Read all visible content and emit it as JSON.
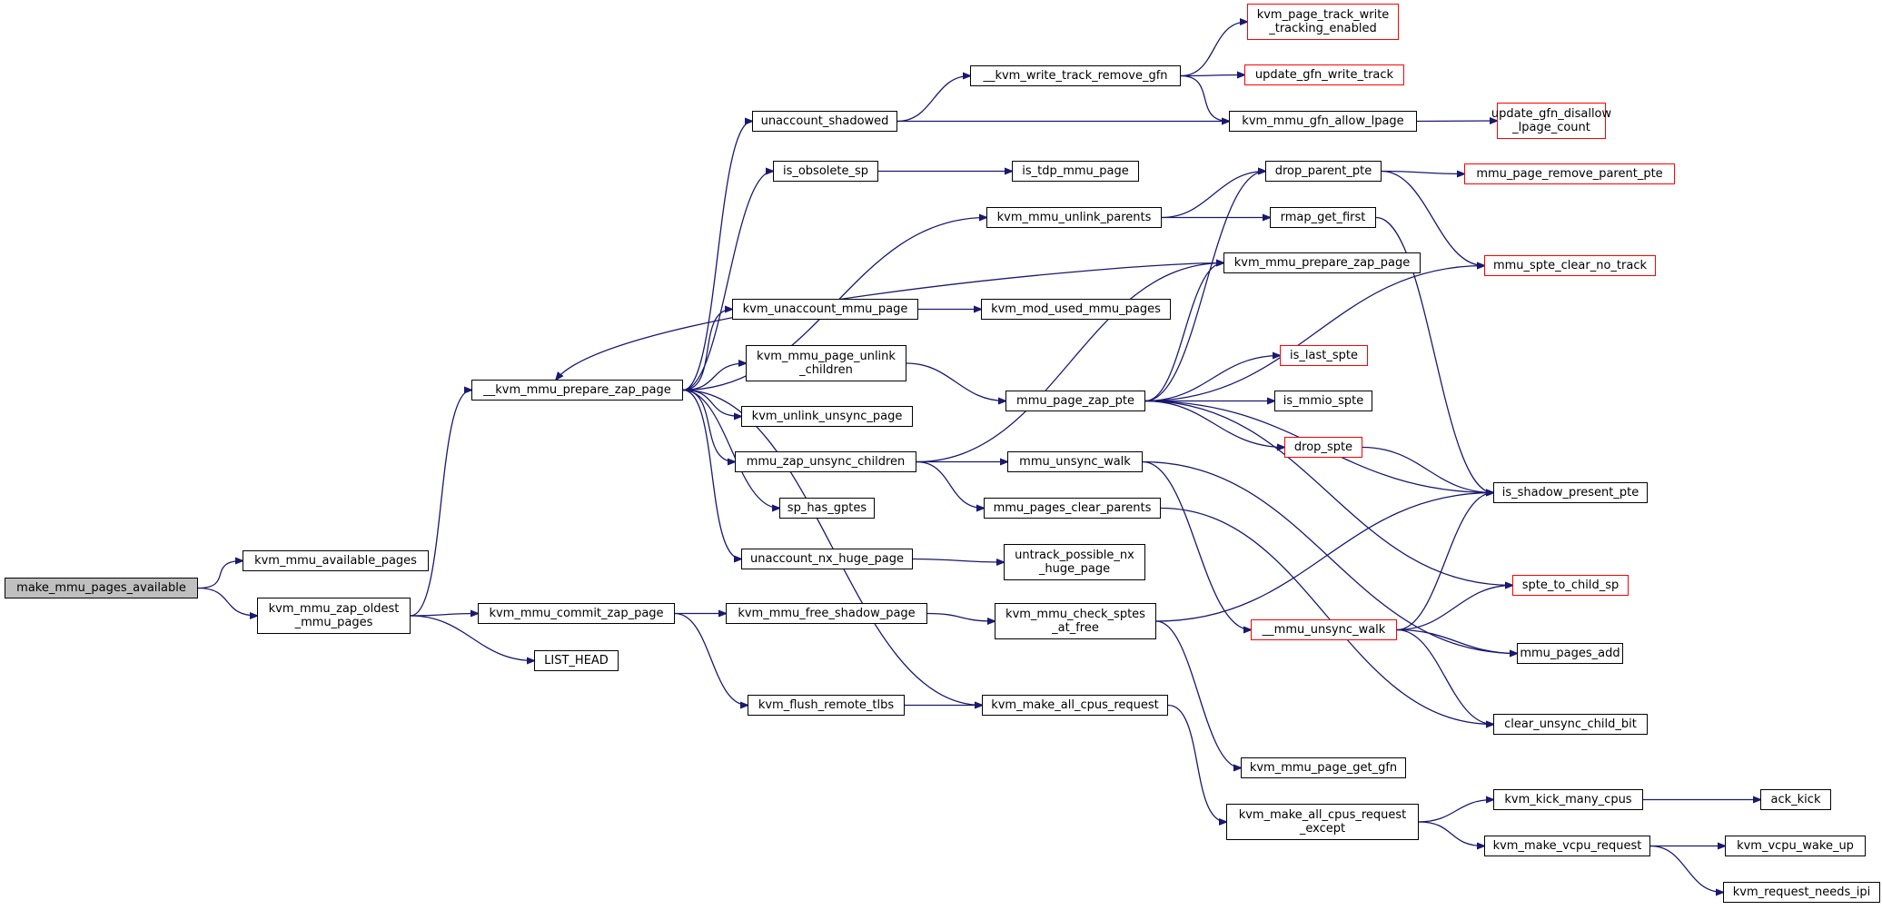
{
  "colors": {
    "edge": "#191970",
    "border": "#000000",
    "incomplete_border": "#ff0000",
    "root_fill": "#bfbfbf"
  },
  "nodes": [
    {
      "id": "make_mmu_pages_available",
      "label": "make_mmu_pages_available",
      "root": true
    },
    {
      "id": "kvm_mmu_available_pages",
      "label": "kvm_mmu_available_pages"
    },
    {
      "id": "kvm_mmu_zap_oldest_mmu_pages",
      "label": "kvm_mmu_zap_oldest\n_mmu_pages"
    },
    {
      "id": "__kvm_mmu_prepare_zap_page",
      "label": "__kvm_mmu_prepare_zap_page"
    },
    {
      "id": "kvm_mmu_commit_zap_page",
      "label": "kvm_mmu_commit_zap_page"
    },
    {
      "id": "LIST_HEAD",
      "label": "LIST_HEAD"
    },
    {
      "id": "unaccount_shadowed",
      "label": "unaccount_shadowed"
    },
    {
      "id": "is_obsolete_sp",
      "label": "is_obsolete_sp"
    },
    {
      "id": "kvm_unaccount_mmu_page",
      "label": "kvm_unaccount_mmu_page"
    },
    {
      "id": "kvm_mmu_page_unlink_children",
      "label": "kvm_mmu_page_unlink\n_children"
    },
    {
      "id": "kvm_unlink_unsync_page",
      "label": "kvm_unlink_unsync_page"
    },
    {
      "id": "mmu_zap_unsync_children",
      "label": "mmu_zap_unsync_children"
    },
    {
      "id": "sp_has_gptes",
      "label": "sp_has_gptes"
    },
    {
      "id": "unaccount_nx_huge_page",
      "label": "unaccount_nx_huge_page"
    },
    {
      "id": "kvm_mmu_free_shadow_page",
      "label": "kvm_mmu_free_shadow_page"
    },
    {
      "id": "kvm_flush_remote_tlbs",
      "label": "kvm_flush_remote_tlbs"
    },
    {
      "id": "__kvm_write_track_remove_gfn",
      "label": "__kvm_write_track_remove_gfn"
    },
    {
      "id": "is_tdp_mmu_page",
      "label": "is_tdp_mmu_page"
    },
    {
      "id": "kvm_mmu_unlink_parents",
      "label": "kvm_mmu_unlink_parents"
    },
    {
      "id": "kvm_mod_used_mmu_pages",
      "label": "kvm_mod_used_mmu_pages"
    },
    {
      "id": "mmu_page_zap_pte",
      "label": "mmu_page_zap_pte"
    },
    {
      "id": "mmu_unsync_walk",
      "label": "mmu_unsync_walk"
    },
    {
      "id": "mmu_pages_clear_parents",
      "label": "mmu_pages_clear_parents"
    },
    {
      "id": "untrack_possible_nx_huge_page",
      "label": "untrack_possible_nx\n_huge_page"
    },
    {
      "id": "kvm_mmu_check_sptes_at_free",
      "label": "kvm_mmu_check_sptes\n_at_free"
    },
    {
      "id": "kvm_make_all_cpus_request",
      "label": "kvm_make_all_cpus_request"
    },
    {
      "id": "kvm_page_track_write_tracking_enabled",
      "label": "kvm_page_track_write\n_tracking_enabled",
      "incomplete": true
    },
    {
      "id": "update_gfn_write_track",
      "label": "update_gfn_write_track",
      "incomplete": true
    },
    {
      "id": "kvm_mmu_gfn_allow_lpage",
      "label": "kvm_mmu_gfn_allow_lpage"
    },
    {
      "id": "drop_parent_pte",
      "label": "drop_parent_pte"
    },
    {
      "id": "rmap_get_first",
      "label": "rmap_get_first"
    },
    {
      "id": "kvm_mmu_prepare_zap_page",
      "label": "kvm_mmu_prepare_zap_page"
    },
    {
      "id": "is_last_spte",
      "label": "is_last_spte",
      "incomplete": true
    },
    {
      "id": "is_mmio_spte",
      "label": "is_mmio_spte"
    },
    {
      "id": "drop_spte",
      "label": "drop_spte",
      "incomplete": true
    },
    {
      "id": "__mmu_unsync_walk",
      "label": "__mmu_unsync_walk",
      "incomplete": true
    },
    {
      "id": "kvm_mmu_page_get_gfn",
      "label": "kvm_mmu_page_get_gfn"
    },
    {
      "id": "kvm_make_all_cpus_request_except",
      "label": "kvm_make_all_cpus_request\n_except"
    },
    {
      "id": "update_gfn_disallow_lpage_count",
      "label": "update_gfn_disallow\n_lpage_count",
      "incomplete": true
    },
    {
      "id": "mmu_page_remove_parent_pte",
      "label": "mmu_page_remove_parent_pte",
      "incomplete": true
    },
    {
      "id": "mmu_spte_clear_no_track",
      "label": "mmu_spte_clear_no_track",
      "incomplete": true
    },
    {
      "id": "is_shadow_present_pte",
      "label": "is_shadow_present_pte"
    },
    {
      "id": "spte_to_child_sp",
      "label": "spte_to_child_sp",
      "incomplete": true
    },
    {
      "id": "mmu_pages_add",
      "label": "mmu_pages_add"
    },
    {
      "id": "clear_unsync_child_bit",
      "label": "clear_unsync_child_bit"
    },
    {
      "id": "kvm_kick_many_cpus",
      "label": "kvm_kick_many_cpus"
    },
    {
      "id": "kvm_make_vcpu_request",
      "label": "kvm_make_vcpu_request"
    },
    {
      "id": "ack_kick",
      "label": "ack_kick"
    },
    {
      "id": "kvm_vcpu_wake_up",
      "label": "kvm_vcpu_wake_up"
    },
    {
      "id": "kvm_request_needs_ipi",
      "label": "kvm_request_needs_ipi"
    }
  ],
  "edges": [
    [
      "make_mmu_pages_available",
      "kvm_mmu_available_pages"
    ],
    [
      "make_mmu_pages_available",
      "kvm_mmu_zap_oldest_mmu_pages"
    ],
    [
      "kvm_mmu_zap_oldest_mmu_pages",
      "__kvm_mmu_prepare_zap_page"
    ],
    [
      "kvm_mmu_zap_oldest_mmu_pages",
      "kvm_mmu_commit_zap_page"
    ],
    [
      "kvm_mmu_zap_oldest_mmu_pages",
      "LIST_HEAD"
    ],
    [
      "__kvm_mmu_prepare_zap_page",
      "unaccount_shadowed"
    ],
    [
      "__kvm_mmu_prepare_zap_page",
      "is_obsolete_sp"
    ],
    [
      "__kvm_mmu_prepare_zap_page",
      "kvm_mmu_unlink_parents"
    ],
    [
      "__kvm_mmu_prepare_zap_page",
      "kvm_unaccount_mmu_page"
    ],
    [
      "__kvm_mmu_prepare_zap_page",
      "kvm_mmu_page_unlink_children"
    ],
    [
      "__kvm_mmu_prepare_zap_page",
      "kvm_unlink_unsync_page"
    ],
    [
      "__kvm_mmu_prepare_zap_page",
      "mmu_zap_unsync_children"
    ],
    [
      "__kvm_mmu_prepare_zap_page",
      "sp_has_gptes"
    ],
    [
      "__kvm_mmu_prepare_zap_page",
      "unaccount_nx_huge_page"
    ],
    [
      "__kvm_mmu_prepare_zap_page",
      "kvm_make_all_cpus_request"
    ],
    [
      "kvm_mmu_prepare_zap_page",
      "__kvm_mmu_prepare_zap_page"
    ],
    [
      "unaccount_shadowed",
      "__kvm_write_track_remove_gfn"
    ],
    [
      "unaccount_shadowed",
      "kvm_mmu_gfn_allow_lpage"
    ],
    [
      "__kvm_write_track_remove_gfn",
      "kvm_page_track_write_tracking_enabled"
    ],
    [
      "__kvm_write_track_remove_gfn",
      "update_gfn_write_track"
    ],
    [
      "__kvm_write_track_remove_gfn",
      "kvm_mmu_gfn_allow_lpage"
    ],
    [
      "kvm_mmu_gfn_allow_lpage",
      "update_gfn_disallow_lpage_count"
    ],
    [
      "is_obsolete_sp",
      "is_tdp_mmu_page"
    ],
    [
      "kvm_mmu_unlink_parents",
      "drop_parent_pte"
    ],
    [
      "kvm_mmu_unlink_parents",
      "rmap_get_first"
    ],
    [
      "drop_parent_pte",
      "mmu_page_remove_parent_pte"
    ],
    [
      "drop_parent_pte",
      "mmu_spte_clear_no_track"
    ],
    [
      "rmap_get_first",
      "is_shadow_present_pte"
    ],
    [
      "kvm_unaccount_mmu_page",
      "kvm_mod_used_mmu_pages"
    ],
    [
      "kvm_mmu_page_unlink_children",
      "mmu_page_zap_pte"
    ],
    [
      "mmu_page_zap_pte",
      "drop_parent_pte"
    ],
    [
      "mmu_page_zap_pte",
      "kvm_mmu_prepare_zap_page"
    ],
    [
      "mmu_page_zap_pte",
      "mmu_spte_clear_no_track"
    ],
    [
      "mmu_page_zap_pte",
      "is_last_spte"
    ],
    [
      "mmu_page_zap_pte",
      "is_mmio_spte"
    ],
    [
      "mmu_page_zap_pte",
      "drop_spte"
    ],
    [
      "mmu_page_zap_pte",
      "is_shadow_present_pte"
    ],
    [
      "mmu_page_zap_pte",
      "spte_to_child_sp"
    ],
    [
      "drop_spte",
      "is_shadow_present_pte"
    ],
    [
      "mmu_zap_unsync_children",
      "kvm_mmu_prepare_zap_page"
    ],
    [
      "mmu_zap_unsync_children",
      "mmu_unsync_walk"
    ],
    [
      "mmu_zap_unsync_children",
      "mmu_pages_clear_parents"
    ],
    [
      "mmu_unsync_walk",
      "__mmu_unsync_walk"
    ],
    [
      "mmu_unsync_walk",
      "mmu_pages_add"
    ],
    [
      "mmu_pages_clear_parents",
      "clear_unsync_child_bit"
    ],
    [
      "__mmu_unsync_walk",
      "is_shadow_present_pte"
    ],
    [
      "__mmu_unsync_walk",
      "spte_to_child_sp"
    ],
    [
      "__mmu_unsync_walk",
      "mmu_pages_add"
    ],
    [
      "__mmu_unsync_walk",
      "clear_unsync_child_bit"
    ],
    [
      "unaccount_nx_huge_page",
      "untrack_possible_nx_huge_page"
    ],
    [
      "kvm_mmu_commit_zap_page",
      "kvm_mmu_free_shadow_page"
    ],
    [
      "kvm_mmu_commit_zap_page",
      "kvm_flush_remote_tlbs"
    ],
    [
      "kvm_mmu_free_shadow_page",
      "kvm_mmu_check_sptes_at_free"
    ],
    [
      "kvm_mmu_check_sptes_at_free",
      "is_shadow_present_pte"
    ],
    [
      "kvm_mmu_check_sptes_at_free",
      "kvm_mmu_page_get_gfn"
    ],
    [
      "kvm_flush_remote_tlbs",
      "kvm_make_all_cpus_request"
    ],
    [
      "kvm_make_all_cpus_request",
      "kvm_make_all_cpus_request_except"
    ],
    [
      "kvm_make_all_cpus_request_except",
      "kvm_kick_many_cpus"
    ],
    [
      "kvm_make_all_cpus_request_except",
      "kvm_make_vcpu_request"
    ],
    [
      "kvm_kick_many_cpus",
      "ack_kick"
    ],
    [
      "kvm_make_vcpu_request",
      "kvm_vcpu_wake_up"
    ],
    [
      "kvm_make_vcpu_request",
      "kvm_request_needs_ipi"
    ]
  ]
}
